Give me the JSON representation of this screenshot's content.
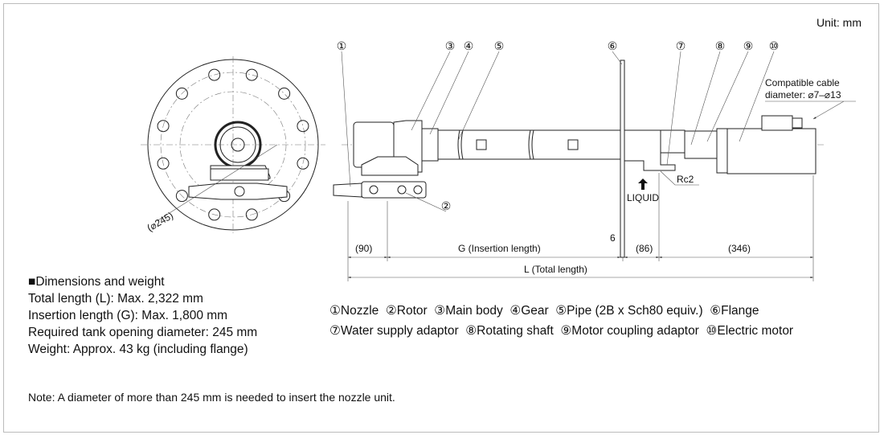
{
  "unit_label": "Unit: mm",
  "callouts": [
    "①",
    "②",
    "③",
    "④",
    "⑤",
    "⑥",
    "⑦",
    "⑧",
    "⑨",
    "⑩"
  ],
  "drawing": {
    "diameter_label": "(⌀245)",
    "cable_note_line1": "Compatible cable",
    "cable_note_line2": "diameter: ⌀7–⌀13",
    "rc_label": "Rc2",
    "liquid_label": "LIQUID",
    "dims": {
      "d90": "(90)",
      "g": "G (Insertion length)",
      "d6": "6",
      "d86": "(86)",
      "d346": "(346)",
      "l": "L (Total length)"
    }
  },
  "specs": {
    "heading": "■Dimensions and weight",
    "lines": [
      "Total length (L): Max. 2,322 mm",
      "Insertion length (G): Max. 1,800 mm",
      "Required tank opening diameter: 245 mm",
      "Weight: Approx. 43 kg (including flange)"
    ]
  },
  "legend": {
    "row1": "①Nozzle  ②Rotor  ③Main body  ④Gear  ⑤Pipe (2B x Sch80 equiv.)  ⑥Flange",
    "row2": "⑦Water supply adaptor  ⑧Rotating shaft  ⑨Motor coupling adaptor  ⑩Electric motor"
  },
  "note": "Note: A diameter of more than 245 mm is needed to insert the nozzle unit."
}
